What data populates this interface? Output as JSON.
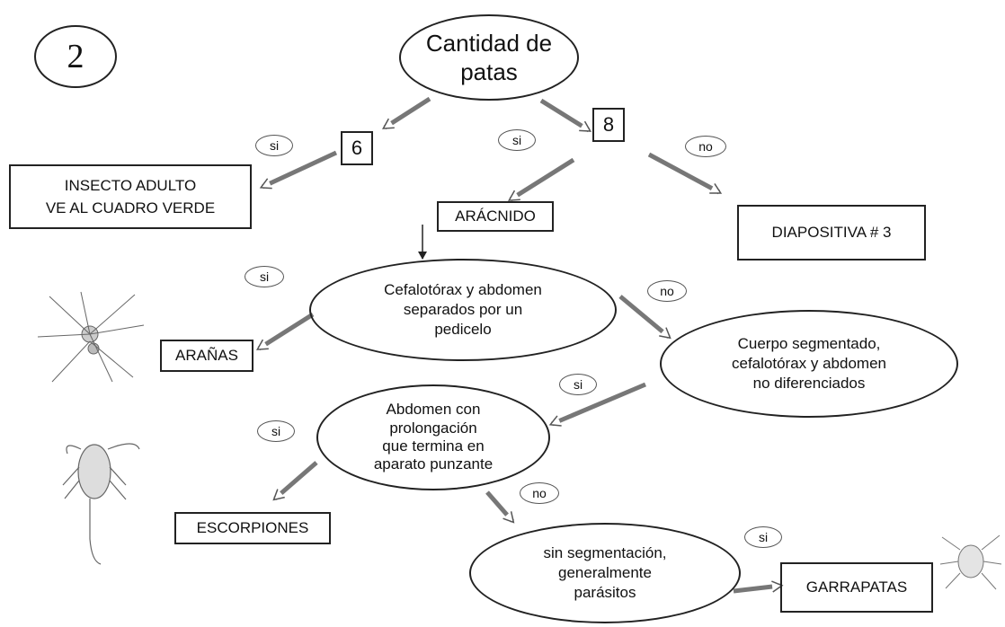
{
  "slide_number": "2",
  "root": {
    "text": "Cantidad de\npatas"
  },
  "branch_6": {
    "label": "6",
    "answer": "si",
    "result": "INSECTO ADULTO\nVE AL CUADRO VERDE"
  },
  "branch_8": {
    "label": "8",
    "answer_yes": "si",
    "answer_no": "no",
    "result_yes": "ARÁCNIDO",
    "result_no": "DIAPOSITIVA # 3"
  },
  "q_pedicelo": {
    "text": "Cefalotórax y abdomen\nseparados por un\npedicelo",
    "answer_yes": "si",
    "answer_no": "no",
    "result_yes": "ARAÑAS"
  },
  "q_segmentado": {
    "text": "Cuerpo segmentado,\ncefalotórax y abdomen\nno diferenciados",
    "answer_yes": "si"
  },
  "q_abdomen": {
    "text": "Abdomen con\nprolongación\nque termina en\naparato punzante",
    "answer_yes": "si",
    "answer_no": "no",
    "result_yes": "ESCORPIONES"
  },
  "q_sin_segmentacion": {
    "text": "sin segmentación,\ngeneralmente\nparásitos",
    "answer_yes": "si",
    "result_yes": "GARRAPATAS"
  },
  "icons": [
    "spider-icon",
    "scorpion-icon",
    "tick-icon"
  ]
}
